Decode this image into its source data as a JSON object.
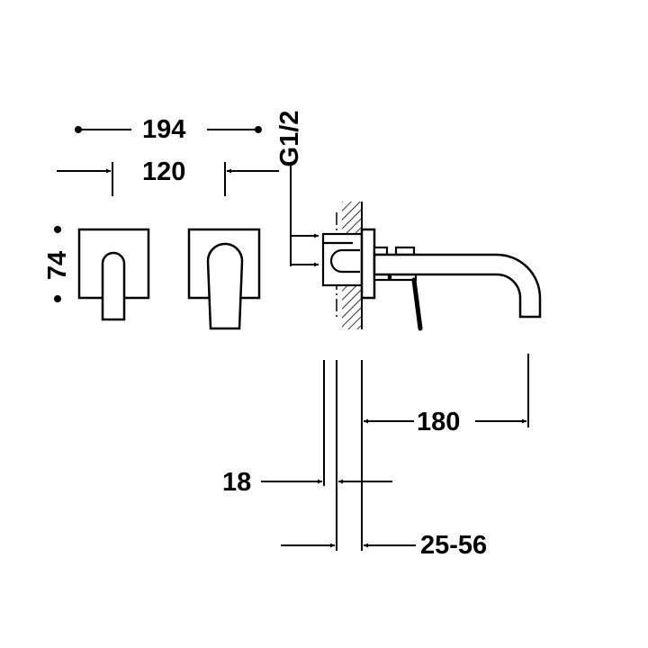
{
  "diagram": {
    "title": "Wall-mounted basin mixer technical drawing",
    "colors": {
      "line": "#000000",
      "background": "#ffffff"
    },
    "dimensions": {
      "overall_width": "194",
      "plate_spacing": "120",
      "plate_height": "74",
      "connection": "G1/2",
      "spout_projection": "180",
      "plate_thickness": "18",
      "wall_depth_range": "25-56"
    },
    "views": [
      {
        "name": "front-view",
        "parts": [
          "handle-plate",
          "spout-plate"
        ]
      },
      {
        "name": "side-view",
        "parts": [
          "wall-section",
          "valve-body",
          "cover-plate",
          "spout",
          "lever"
        ]
      }
    ]
  }
}
